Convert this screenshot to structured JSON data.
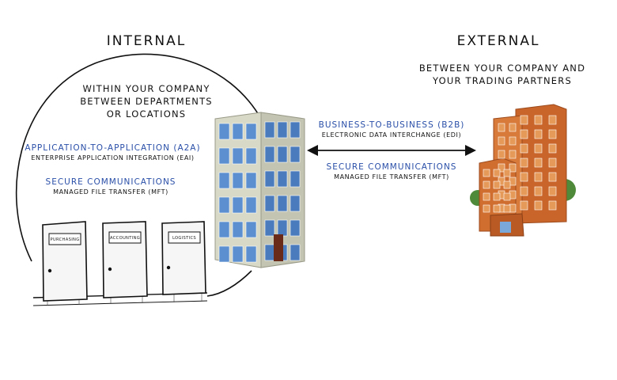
{
  "internal": {
    "title": "INTERNAL",
    "description_lines": [
      "WITHIN YOUR COMPANY",
      "BETWEEN DEPARTMENTS",
      "OR LOCATIONS"
    ],
    "a2a": {
      "label": "APPLICATION-TO-APPLICATION (A2A)",
      "detail": "ENTERPRISE APPLICATION INTEGRATION (EAI)"
    },
    "secure": {
      "label": "SECURE COMMUNICATIONS",
      "detail": "MANAGED FILE TRANSFER (MFT)"
    },
    "doors": [
      "PURCHASING",
      "ACCOUNTING",
      "LOGISTICS"
    ]
  },
  "external": {
    "title": "EXTERNAL",
    "description_lines": [
      "BETWEEN YOUR COMPANY AND",
      "YOUR TRADING PARTNERS"
    ],
    "b2b": {
      "label": "BUSINESS-TO-BUSINESS (B2B)",
      "detail": "ELECTRONIC DATA INTERCHANGE (EDI)"
    },
    "secure": {
      "label": "SECURE COMMUNICATIONS",
      "detail": "MANAGED FILE TRANSFER (MFT)"
    }
  },
  "colors": {
    "accent_blue": "#2a4fa8",
    "brick": "#c9652a",
    "office_stone": "#cfcfbf",
    "window_blue": "#5b8fd0"
  }
}
